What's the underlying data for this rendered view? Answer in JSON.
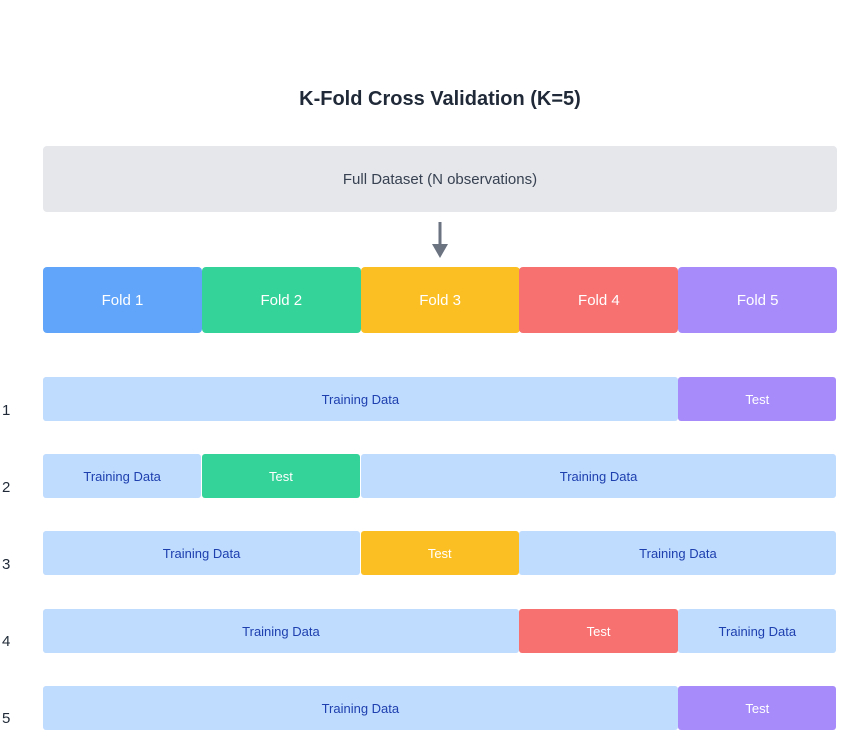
{
  "title": "K-Fold Cross Validation (K=5)",
  "dataset_label": "Full Dataset (N observations)",
  "folds": [
    {
      "label": "Fold 1",
      "color": "#60a5fa"
    },
    {
      "label": "Fold 2",
      "color": "#34d399"
    },
    {
      "label": "Fold 3",
      "color": "#fbbf24"
    },
    {
      "label": "Fold 4",
      "color": "#f87171"
    },
    {
      "label": "Fold 5",
      "color": "#a78bfa"
    }
  ],
  "training_label": "Training Data",
  "test_label": "Test",
  "iterations": [
    {
      "label": "1",
      "test_fold": 5
    },
    {
      "label": "2",
      "test_fold": 2
    },
    {
      "label": "3",
      "test_fold": 3
    },
    {
      "label": "4",
      "test_fold": 4
    },
    {
      "label": "5",
      "test_fold": 5
    }
  ],
  "colors": {
    "training_bg": "#bfdbfe",
    "training_text": "#1e40af",
    "dataset_bg": "#e5e7eb",
    "arrow": "#6b7280"
  }
}
